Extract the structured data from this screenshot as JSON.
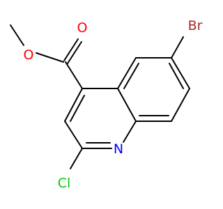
{
  "atoms": {
    "oxygen_carbonyl": {
      "symbol": "O",
      "color": "#ff0000"
    },
    "oxygen_ester": {
      "symbol": "O",
      "color": "#ff0000"
    },
    "bromine": {
      "symbol": "Br",
      "color": "#a62929"
    },
    "nitrogen": {
      "symbol": "N",
      "color": "#0000ff"
    },
    "chlorine": {
      "symbol": "Cl",
      "color": "#00cc00"
    }
  },
  "colors": {
    "bond": "#000000",
    "background": "#ffffff"
  }
}
